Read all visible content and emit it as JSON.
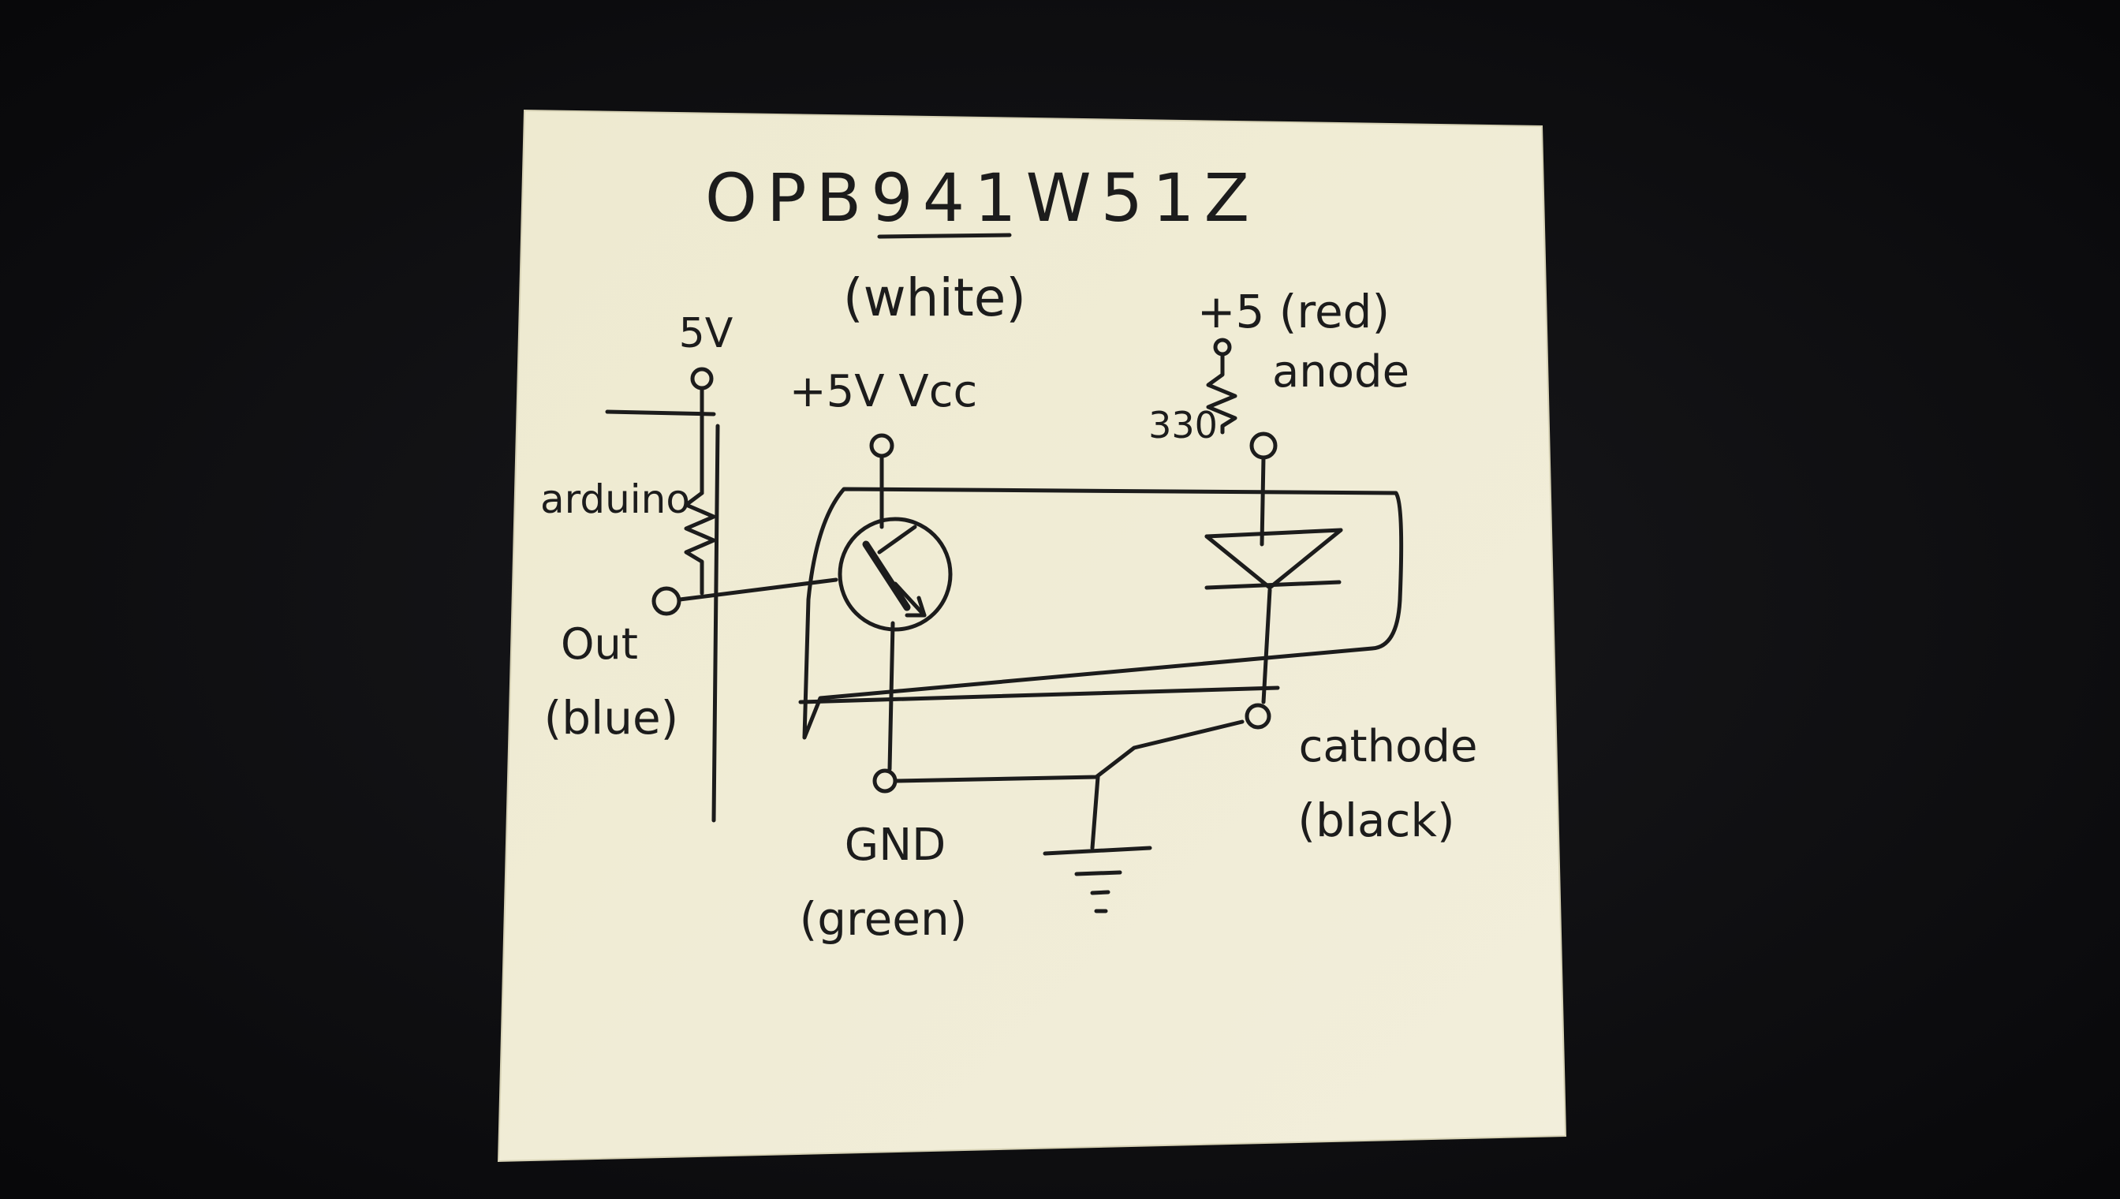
{
  "note": {
    "title": "OPB941W51Z",
    "subtitle": "(white)",
    "label_5v": "5V",
    "label_vcc": "+5V Vcc",
    "label_arduino": "arduino",
    "label_out": "Out",
    "label_out_color": "(blue)",
    "label_anode_supply": "+5 (red)",
    "label_anode": "anode",
    "label_resistor": "330",
    "label_gnd": "GND",
    "label_gnd_color": "(green)",
    "label_cathode": "cathode",
    "label_cathode_color": "(black)"
  },
  "colors": {
    "background": "#0e0e10",
    "paper": "#efebd3",
    "ink": "#1c1c1c"
  }
}
